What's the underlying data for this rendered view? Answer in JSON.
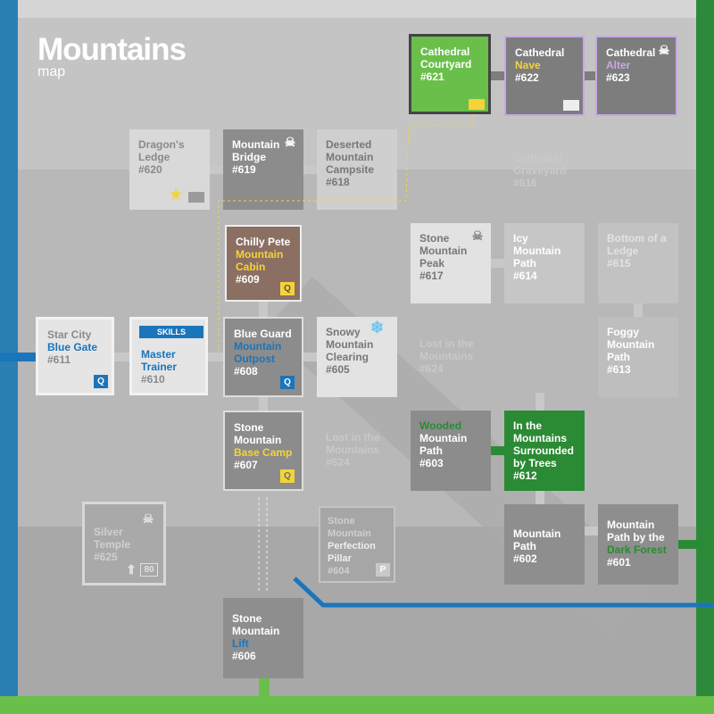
{
  "map": {
    "title": "Mountains",
    "subtitle": "map"
  },
  "rooms": {
    "r621": {
      "l1": "Cathedral",
      "l2": "Courtyard",
      "num": "#621"
    },
    "r622": {
      "l1": "Cathedral",
      "l2": "Nave",
      "num": "#622"
    },
    "r623": {
      "l1": "Cathedral",
      "l2": "Alter",
      "num": "#623"
    },
    "r620": {
      "l1": "Dragon's",
      "l2": "Ledge",
      "num": "#620"
    },
    "r619": {
      "l1": "Mountain",
      "l2": "Bridge",
      "num": "#619"
    },
    "r618": {
      "l1": "Deserted",
      "l2": "Mountain",
      "l3": "Campsite",
      "num": "#618"
    },
    "r616": {
      "l1": "Cathedral",
      "l2": "Graveyard",
      "num": "#616"
    },
    "r609": {
      "l1": "Chilly Pete",
      "l2": "Mountain",
      "l3": "Cabin",
      "num": "#609"
    },
    "r617": {
      "l1": "Stone",
      "l2": "Mountain",
      "l3": "Peak",
      "num": "#617"
    },
    "r614": {
      "l1": "Icy",
      "l2": "Mountain",
      "l3": "Path",
      "num": "#614"
    },
    "r615": {
      "l1": "Bottom of a",
      "l2": "Ledge",
      "num": "#615"
    },
    "r611": {
      "l1": "Star City",
      "l2": "Blue Gate",
      "num": "#611"
    },
    "r610": {
      "skills": "SKILLS",
      "l1": "Master",
      "l2": "Trainer",
      "num": "#610"
    },
    "r608": {
      "l1": "Blue Guard",
      "l2": "Mountain",
      "l3": "Outpost",
      "num": "#608"
    },
    "r605": {
      "l1": "Snowy",
      "l2": "Mountain",
      "l3": "Clearing",
      "num": "#605"
    },
    "r624a": {
      "l1": "Lost in the",
      "l2": "Mountains",
      "num": "#624"
    },
    "r613": {
      "l1": "Foggy",
      "l2": "Mountain",
      "l3": "Path",
      "num": "#613"
    },
    "r607": {
      "l1": "Stone",
      "l2": "Mountain",
      "l3": "Base Camp",
      "num": "#607"
    },
    "r624b": {
      "l1": "Lost in the",
      "l2": "Mountains",
      "num": "#624"
    },
    "r603": {
      "l1": "Wooded",
      "l2": "Mountain",
      "l3": "Path",
      "num": "#603"
    },
    "r612": {
      "l1": "In the",
      "l2": "Mountains",
      "l3": "Surrounded",
      "l4": "by Trees",
      "num": "#612"
    },
    "r625": {
      "l1": "Silver",
      "l2": "Temple",
      "num": "#625",
      "level": "80"
    },
    "r604": {
      "l1": "Stone",
      "l2": "Mountain",
      "l3": "Perfection",
      "l4": "Pillar",
      "num": "#604",
      "badge": "P"
    },
    "r602": {
      "l1": "Mountain",
      "l2": "Path",
      "num": "#602"
    },
    "r601": {
      "l1": "Mountain",
      "l2": "Path by the",
      "l3": "Dark Forest",
      "num": "#601"
    },
    "r606": {
      "l1": "Stone",
      "l2": "Mountain",
      "l3": "Lift",
      "num": "#606"
    }
  },
  "badges": {
    "q": "Q",
    "p": "P"
  },
  "colors": {
    "accent_blue": "#1b75bb",
    "accent_green": "#2b8a34",
    "accent_yellow": "#f4d33a",
    "purple": "#c9a7e6"
  }
}
